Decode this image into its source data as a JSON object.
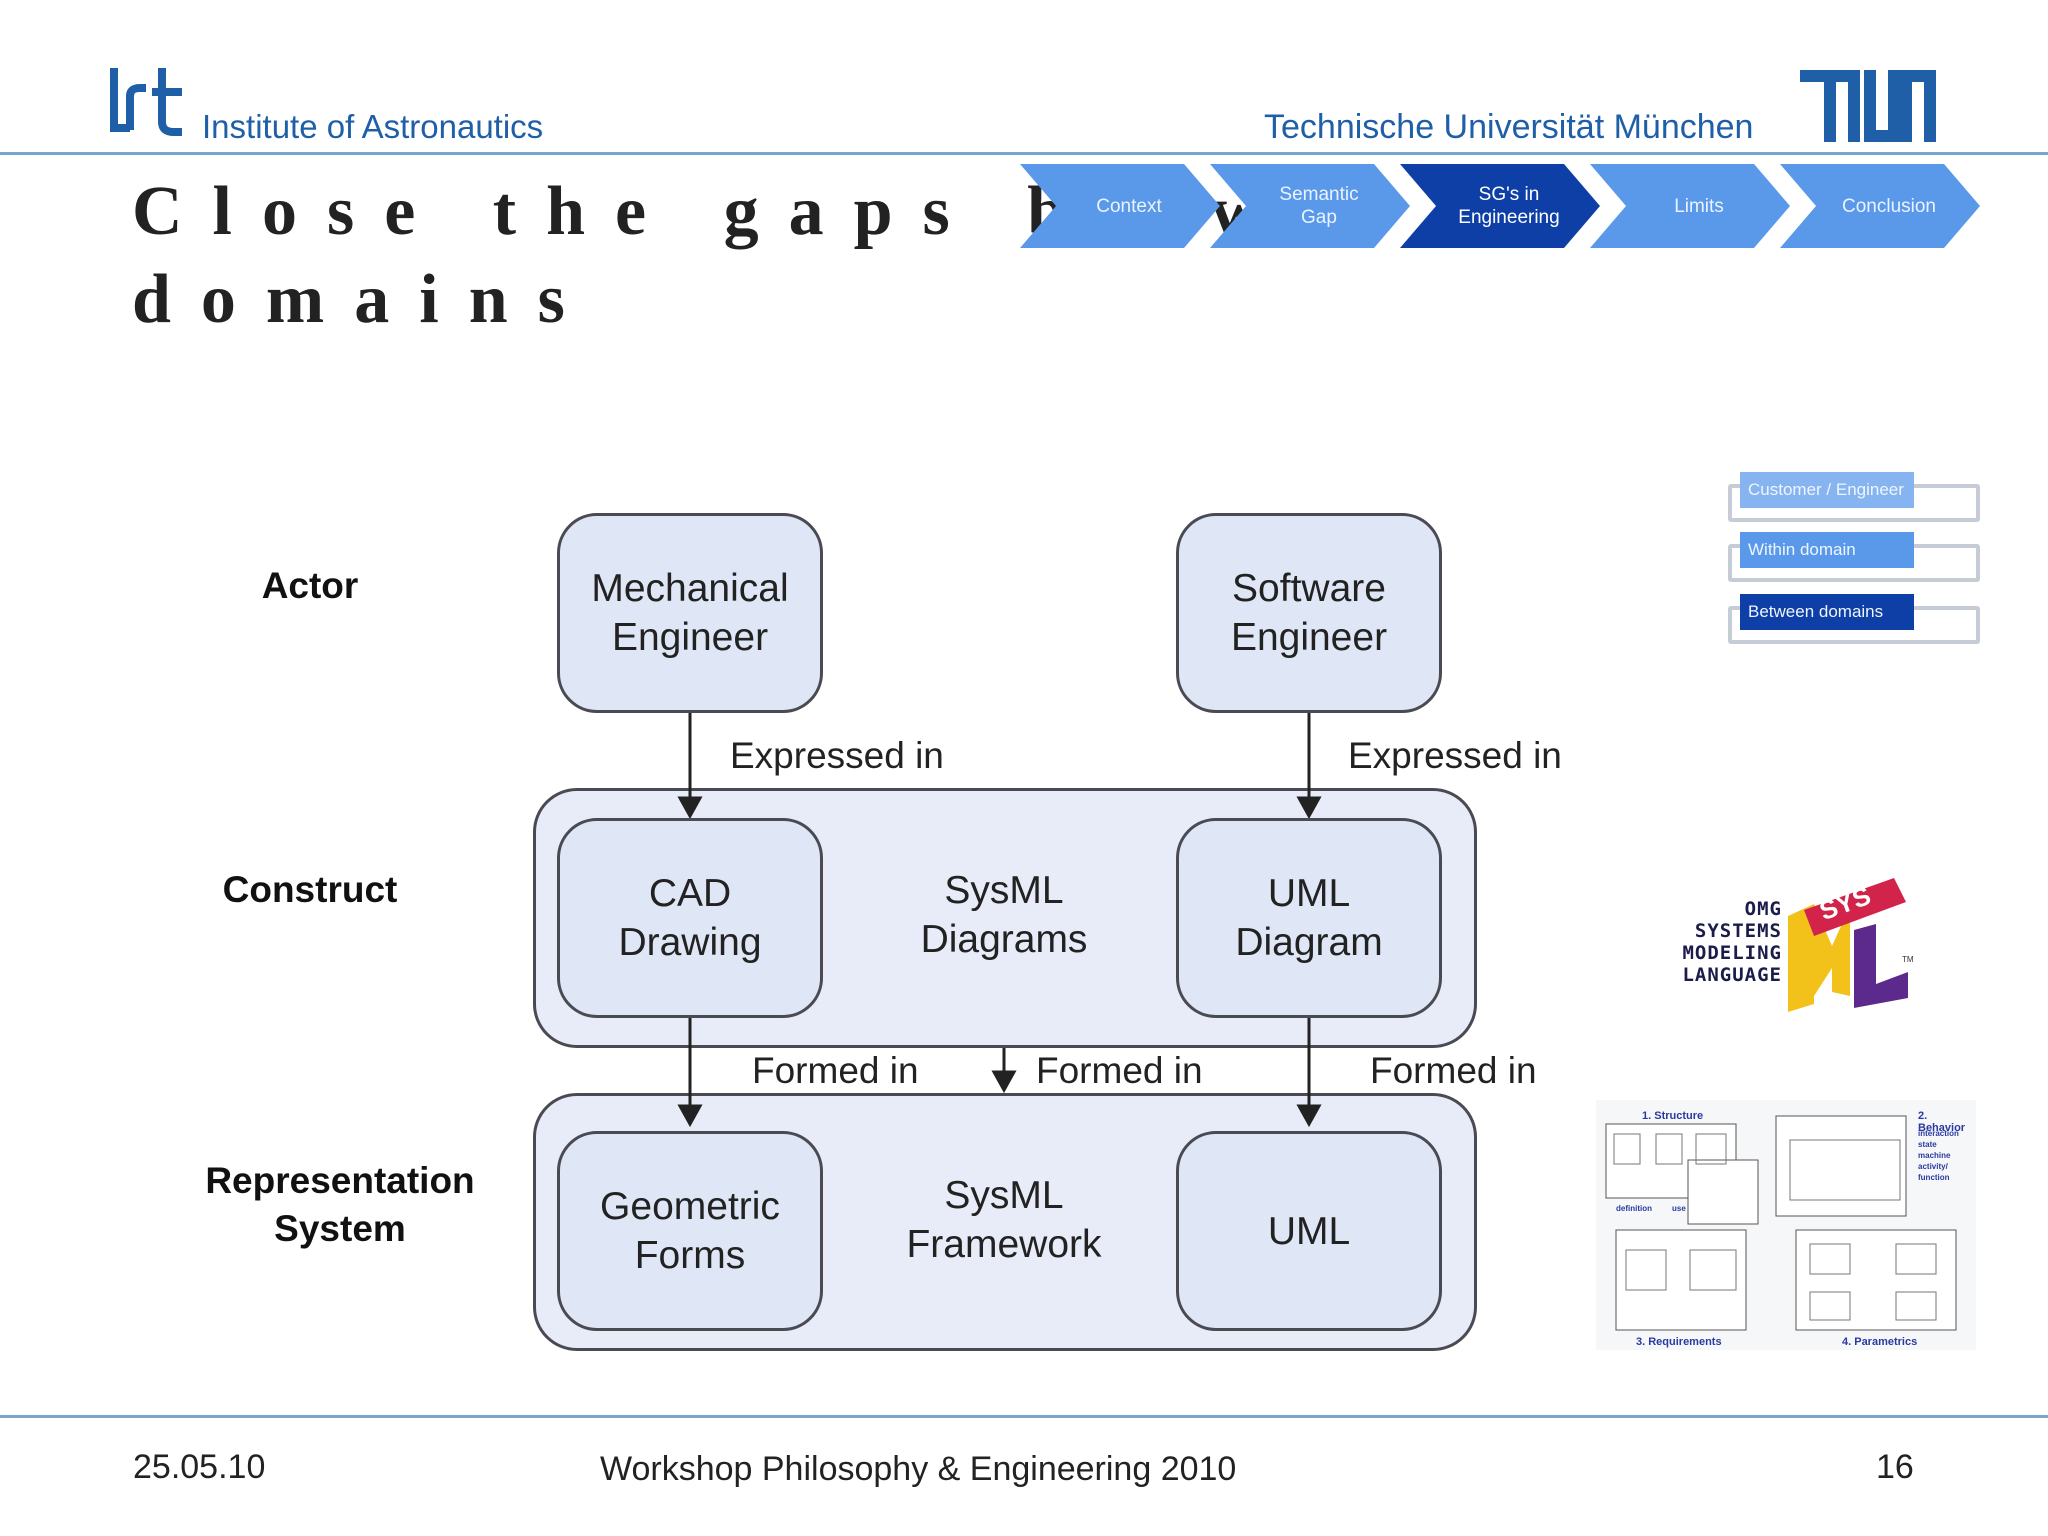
{
  "header": {
    "institute": "Institute of Astronautics",
    "university": "Technische Universität München"
  },
  "title": {
    "line1": "Close the gaps betw",
    "line2": "domains"
  },
  "nav": {
    "steps": [
      {
        "label": "Context",
        "active": false
      },
      {
        "label": "Semantic\nGap",
        "active": false
      },
      {
        "label": "SG's in\nEngineering",
        "active": true
      },
      {
        "label": "Limits",
        "active": false
      },
      {
        "label": "Conclusion",
        "active": false
      }
    ],
    "colors": {
      "inactive": "#5a98ea",
      "active": "#0d3fa6"
    }
  },
  "legend": {
    "items": [
      {
        "label": "Customer / Engineer",
        "color": "#86b4f0"
      },
      {
        "label": "Within domain",
        "color": "#5a98ea"
      },
      {
        "label": "Between domains",
        "color": "#0d3fa6"
      }
    ]
  },
  "diagram": {
    "rows": {
      "actor": "Actor",
      "construct": "Construct",
      "representation": "Representation\nSystem"
    },
    "nodes": {
      "mechanical_engineer": "Mechanical\nEngineer",
      "software_engineer": "Software\nEngineer",
      "cad_drawing": "CAD\nDrawing",
      "sysml_diagrams": "SysML\nDiagrams",
      "uml_diagram": "UML\nDiagram",
      "geometric_forms": "Geometric\nForms",
      "sysml_framework": "SysML\nFramework",
      "uml": "UML"
    },
    "edges": {
      "expressed_left": "Expressed in",
      "expressed_right": "Expressed in",
      "formed_left": "Formed in",
      "formed_mid": "Formed in",
      "formed_right": "Formed in"
    }
  },
  "sysml_logo": {
    "text_lines": [
      "OMG",
      "SYSTEMS",
      "MODELING",
      "LANGUAGE"
    ],
    "mark": "ML",
    "tm": "TM",
    "sys": "SYS"
  },
  "sysml_overview": {
    "structure": "1. Structure",
    "behavior": "2. Behavior",
    "requirements": "3. Requirements",
    "parametrics": "4. Parametrics",
    "behavior_items": [
      "interaction",
      "state",
      "machine",
      "activity/",
      "function"
    ],
    "definition": "definition",
    "use": "use"
  },
  "footer": {
    "date": "25.05.10",
    "center": "Workshop Philosophy & Engineering 2010",
    "page": "16"
  }
}
